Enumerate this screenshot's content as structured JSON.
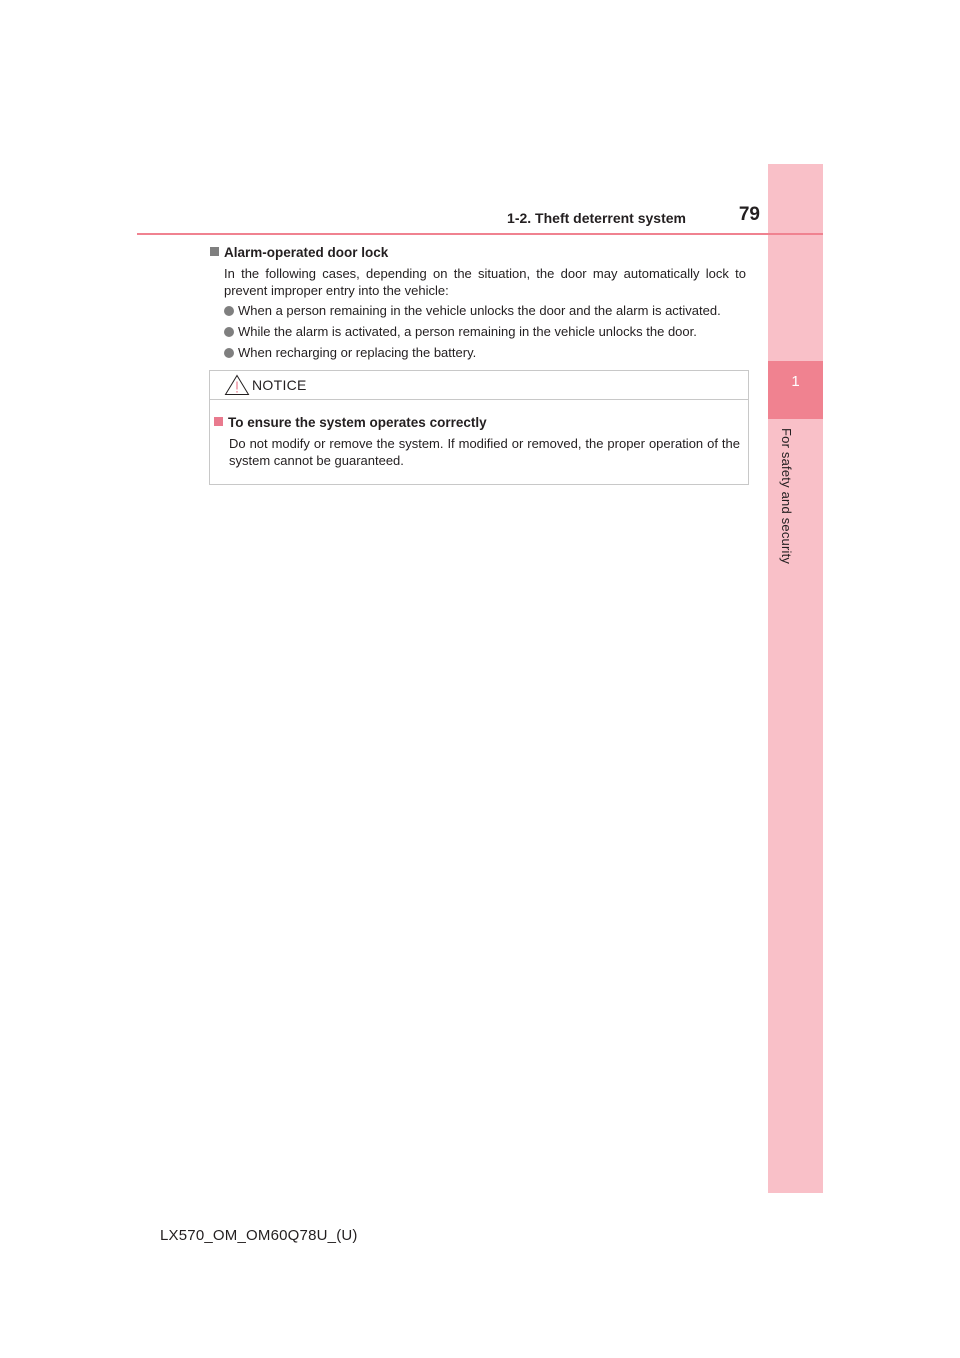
{
  "header": {
    "section_title": "1-2. Theft deterrent system",
    "page_number": "79"
  },
  "side_tab": {
    "chapter_number": "1",
    "label": "For safety and security"
  },
  "alarm_section": {
    "heading": "Alarm-operated door lock",
    "description": "In the following cases, depending on the situation, the door may automatically lock to prevent improper entry into the vehicle:",
    "bullets": [
      "When a person remaining in the vehicle unlocks the door and the alarm is activated.",
      "While the alarm is activated, a person remaining in the vehicle unlocks the door.",
      "When recharging or replacing the battery."
    ]
  },
  "notice": {
    "title": "NOTICE",
    "heading": "To ensure the system operates correctly",
    "description": "Do not modify or remove the system. If modified or removed, the proper operation of the system cannot be guaranteed."
  },
  "footer": {
    "code": "LX570_OM_OM60Q78U_(U)"
  },
  "colors": {
    "accent_pink": "#f08290",
    "tab_light_pink": "#f9c0c8",
    "bullet_gray": "#7f7f7f",
    "notice_square_pink": "#e97a8e"
  },
  "icons": {
    "notice": "warning-triangle-icon",
    "heading_marker": "square-bullet-icon",
    "list_marker": "circle-bullet-icon"
  }
}
